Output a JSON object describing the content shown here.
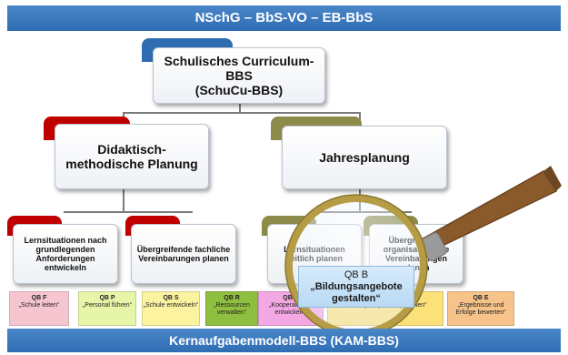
{
  "header": {
    "title": "NSchG – BbS-VO – EB-BbS"
  },
  "root": {
    "line1": "Schulisches Curriculum-BBS",
    "line2": "(SchuCu-BBS)"
  },
  "left_branch": {
    "title": "Didaktisch-methodische Planung",
    "children": [
      "Lernsituationen nach grundlegenden Anforderungen entwickeln",
      "Übergreifende fachliche Vereinbarungen planen"
    ]
  },
  "right_branch": {
    "title": "Jahresplanung",
    "children": [
      "Lernsituationen zeitlich planen",
      "Übergreifende organisatorische Vereinbarungen planen"
    ]
  },
  "qb_items": [
    {
      "code": "QB F",
      "name": "„Schule leiten“",
      "color": "#f6c6d0"
    },
    {
      "code": "QB P",
      "name": "„Personal führen“",
      "color": "#e6f5a8"
    },
    {
      "code": "QB S",
      "name": "„Schule entwickeln“",
      "color": "#fbf3a0"
    },
    {
      "code": "QB R",
      "name": "„Ressourcen verwalten“",
      "color": "#8fbf40"
    },
    {
      "code": "QB K",
      "name": "„Kooperationen entwickeln“",
      "color": "#f3a7e3"
    },
    {
      "code": "QB B",
      "name": "„Bildungsangebote gestalten“",
      "color": "#fce07a"
    },
    {
      "code": "QB E",
      "name": "„Ergebnisse und Erfolge bewerten“",
      "color": "#f6c38a"
    }
  ],
  "magnifier": {
    "code": "QB B",
    "name": "„Bildungsangebote gestalten“"
  },
  "footer": {
    "title": "Kernaufgabenmodell-BBS (KAM-BBS)"
  },
  "colors": {
    "blue": "#2f6db3",
    "red": "#c00000",
    "olive": "#8c8b4a",
    "lens_ring": "#b59c45",
    "handle": "#8b5a2b"
  }
}
